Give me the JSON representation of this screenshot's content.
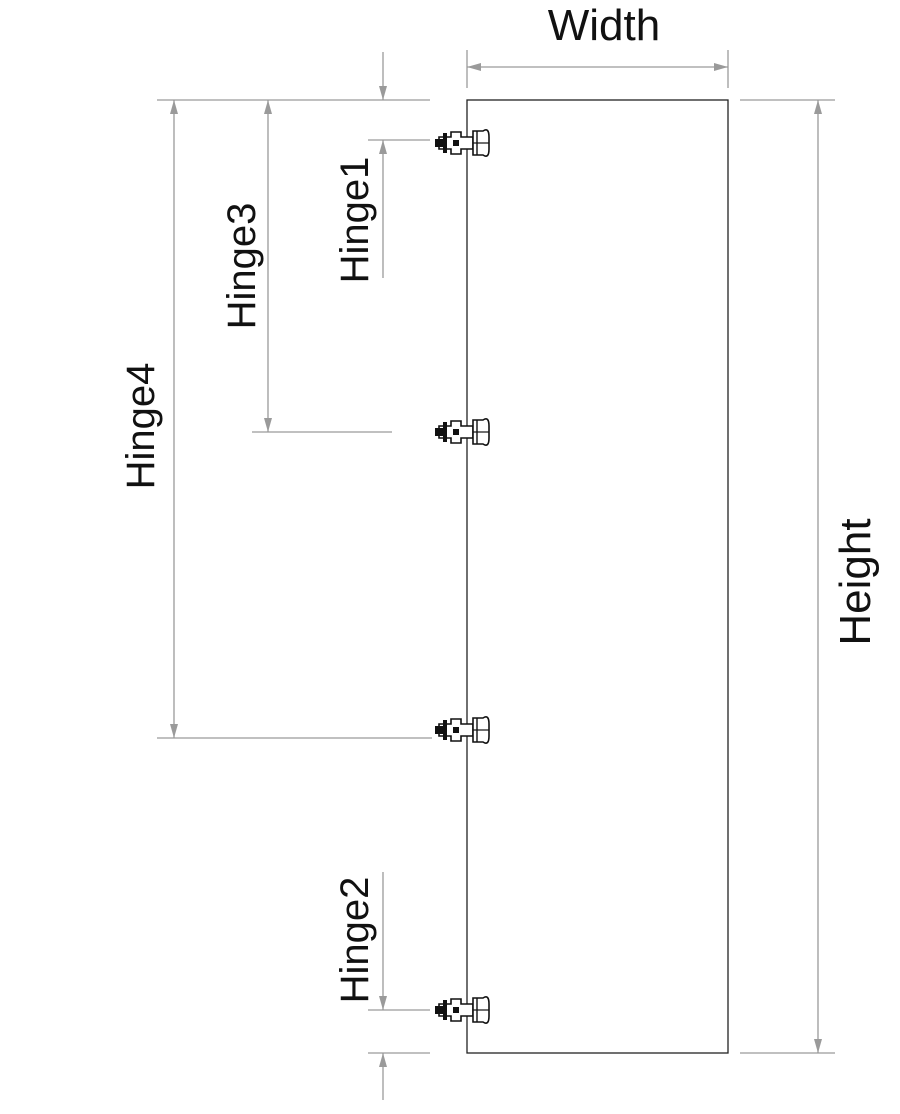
{
  "labels": {
    "width": "Width",
    "height": "Height",
    "hinge1": "Hinge1",
    "hinge2": "Hinge2",
    "hinge3": "Hinge3",
    "hinge4": "Hinge4"
  },
  "colors": {
    "dimension_line": "#9a9a9a",
    "outline": "#222222",
    "text": "#111111"
  },
  "icons": {
    "hinge": "hinge-icon"
  }
}
